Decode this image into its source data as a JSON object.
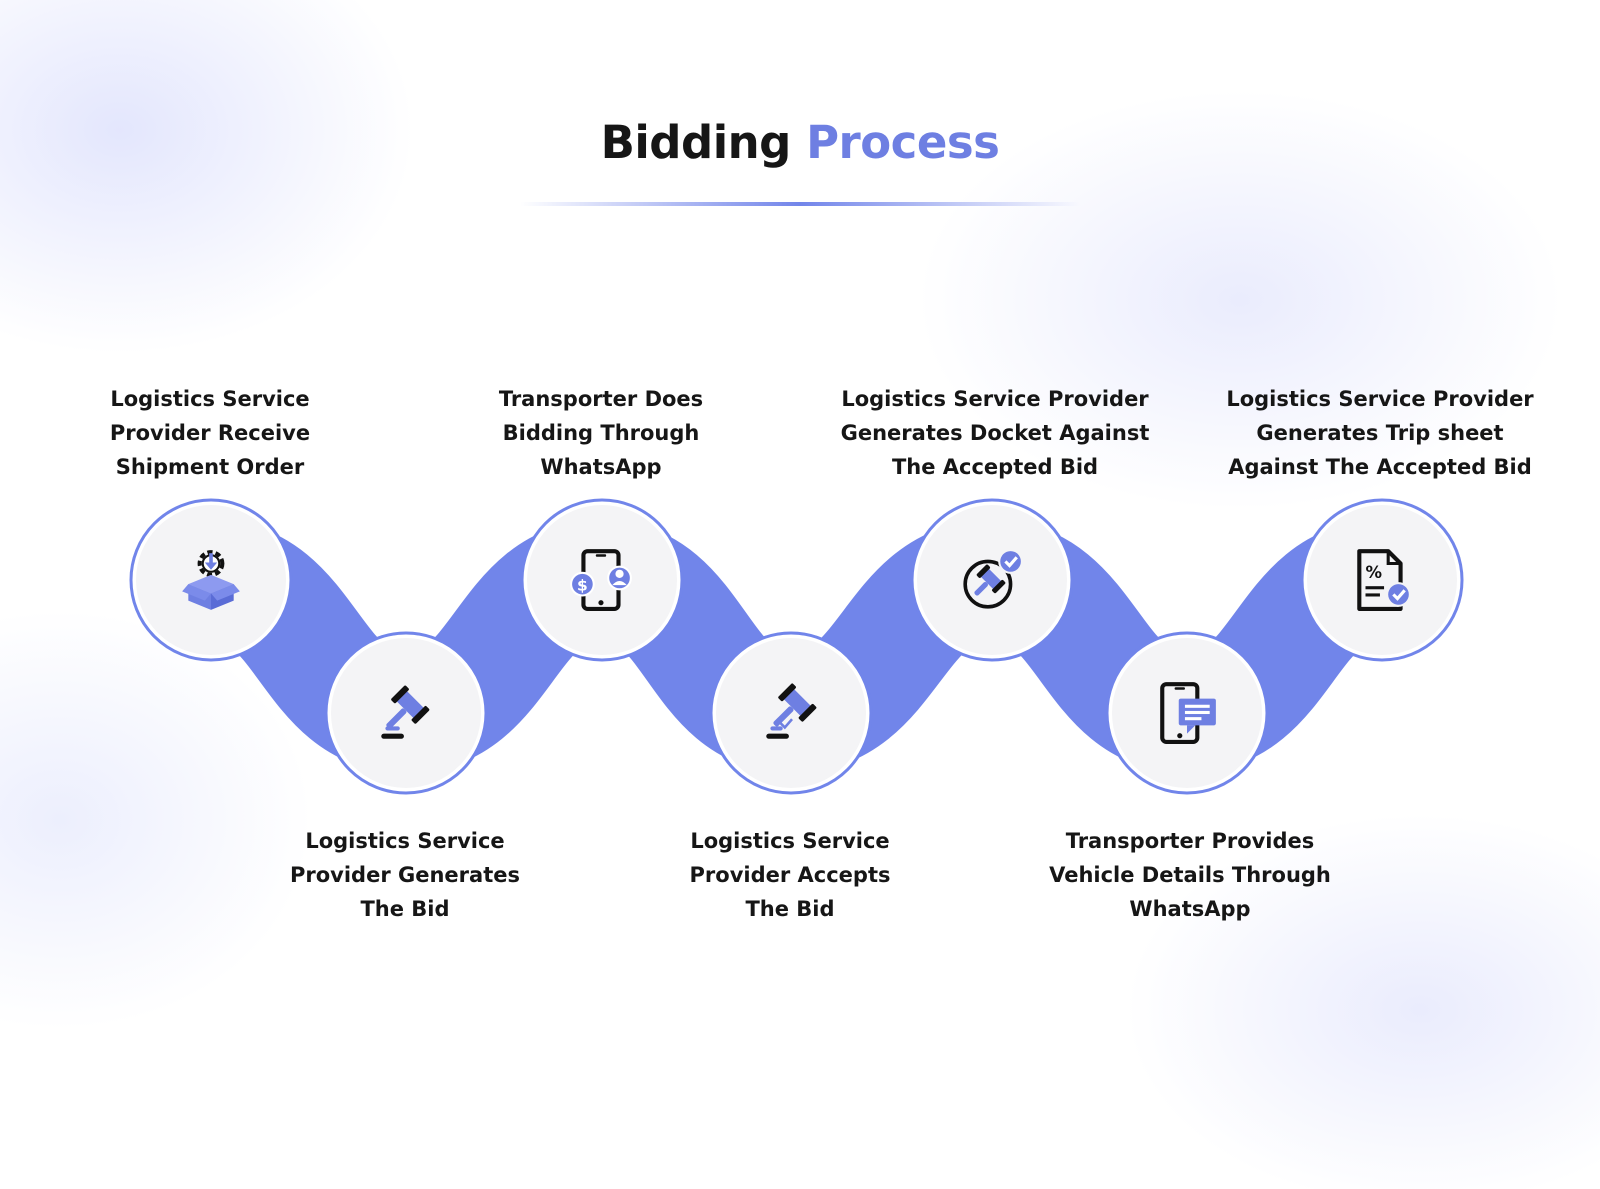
{
  "header": {
    "title_main": "Bidding",
    "title_accent": "Process"
  },
  "colors": {
    "accent": "#6e7fe2",
    "connector": "#7185ea",
    "node_fill": "#f4f4f6",
    "text": "#161616"
  },
  "steps": [
    {
      "icon": "box-gear-download-icon",
      "lines": [
        "Logistics Service",
        "Provider Receive",
        "Shipment Order"
      ]
    },
    {
      "icon": "gavel-icon",
      "lines": [
        "Logistics Service",
        "Provider Generates",
        "The Bid"
      ]
    },
    {
      "icon": "phone-dollar-user-icon",
      "lines": [
        "Transporter Does",
        "Bidding Through",
        "WhatsApp"
      ]
    },
    {
      "icon": "gavel-check-icon",
      "lines": [
        "Logistics Service",
        "Provider Accepts",
        "The Bid"
      ]
    },
    {
      "icon": "gavel-circle-check-icon",
      "lines": [
        "Logistics Service Provider",
        "Generates Docket Against",
        "The Accepted Bid"
      ]
    },
    {
      "icon": "phone-message-icon",
      "lines": [
        "Transporter Provides",
        "Vehicle Details Through",
        "WhatsApp"
      ]
    },
    {
      "icon": "document-percent-check-icon",
      "lines": [
        "Logistics Service Provider",
        "Generates Trip sheet",
        "Against The Accepted Bid"
      ]
    }
  ]
}
